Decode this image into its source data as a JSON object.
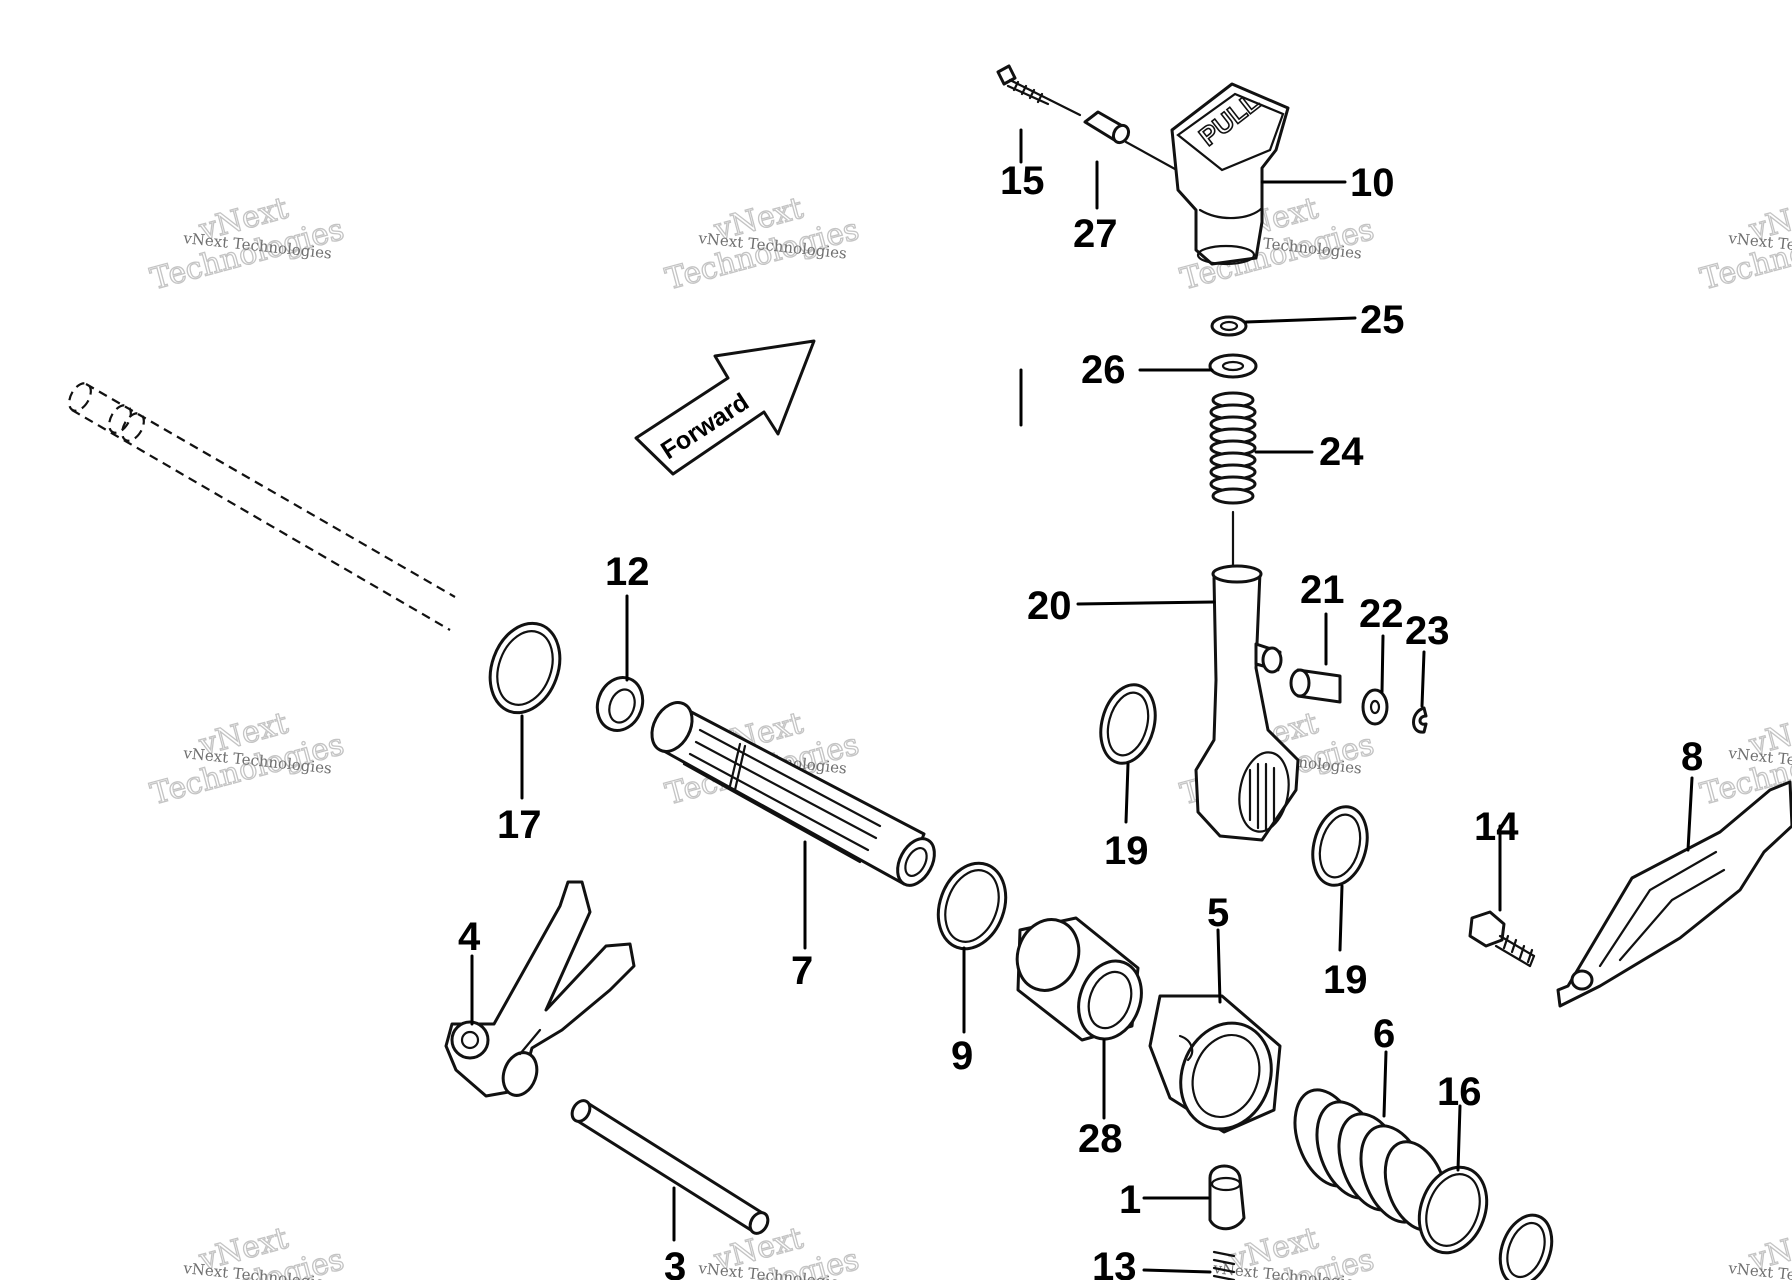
{
  "diagram": {
    "direction_label": "Forward",
    "knob_text": "PULL",
    "watermark_text": "vNext Technologies",
    "watermark_big_lines": [
      "vNext",
      "Technologies"
    ],
    "callouts": {
      "c1": "1",
      "c3": "3",
      "c4": "4",
      "c5": "5",
      "c6": "6",
      "c7": "7",
      "c8": "8",
      "c9": "9",
      "c10": "10",
      "c12": "12",
      "c13": "13",
      "c14": "14",
      "c15": "15",
      "c16": "16",
      "c17": "17",
      "c19a": "19",
      "c19b": "19",
      "c20": "20",
      "c21": "21",
      "c22": "22",
      "c23": "23",
      "c24": "24",
      "c25": "25",
      "c26": "26",
      "c27": "27",
      "c28": "28"
    }
  }
}
